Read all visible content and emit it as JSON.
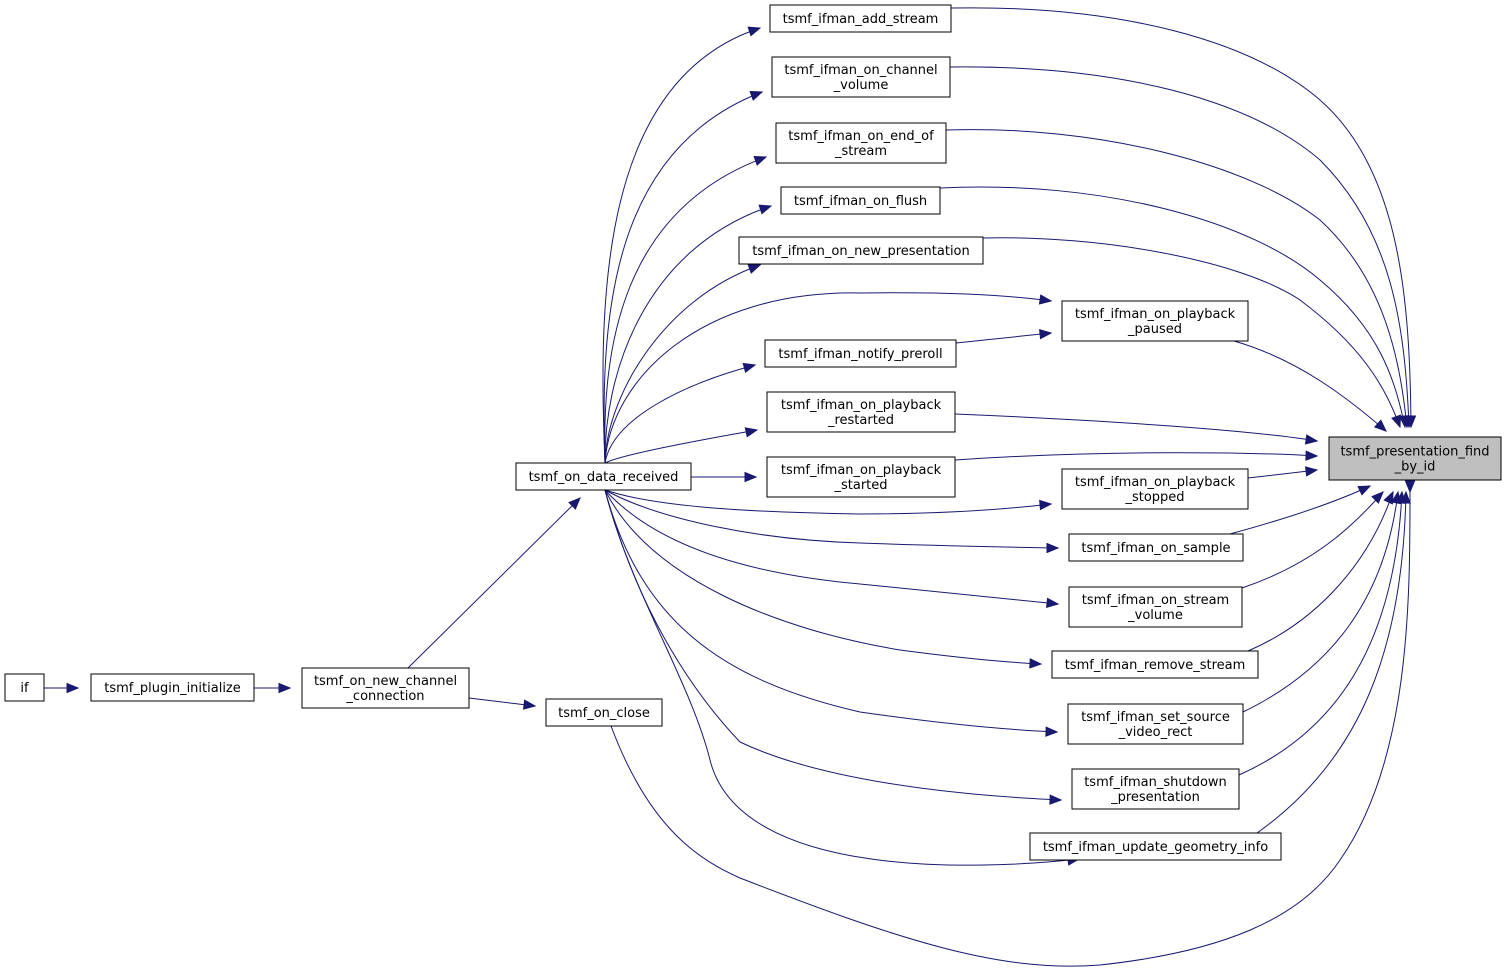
{
  "graph": {
    "type": "caller-graph",
    "focus_node": "n_find",
    "colors": {
      "edge": "#191970",
      "node_border": "#000000",
      "focus_fill": "#bfbfbf",
      "node_fill": "#ffffff"
    },
    "nodes": [
      {
        "id": "n_find",
        "lines": [
          "tsmf_presentation_find",
          "_by_id"
        ]
      },
      {
        "id": "n_if",
        "lines": [
          "if"
        ]
      },
      {
        "id": "n_plugin_init",
        "lines": [
          "tsmf_plugin_initialize"
        ]
      },
      {
        "id": "n_new_channel",
        "lines": [
          "tsmf_on_new_channel",
          "_connection"
        ]
      },
      {
        "id": "n_data_recv",
        "lines": [
          "tsmf_on_data_received"
        ]
      },
      {
        "id": "n_on_close",
        "lines": [
          "tsmf_on_close"
        ]
      },
      {
        "id": "n_add_stream",
        "lines": [
          "tsmf_ifman_add_stream"
        ]
      },
      {
        "id": "n_channel_vol",
        "lines": [
          "tsmf_ifman_on_channel",
          "_volume"
        ]
      },
      {
        "id": "n_end_stream",
        "lines": [
          "tsmf_ifman_on_end_of",
          "_stream"
        ]
      },
      {
        "id": "n_flush",
        "lines": [
          "tsmf_ifman_on_flush"
        ]
      },
      {
        "id": "n_new_pres",
        "lines": [
          "tsmf_ifman_on_new_presentation"
        ]
      },
      {
        "id": "n_pb_paused",
        "lines": [
          "tsmf_ifman_on_playback",
          "_paused"
        ]
      },
      {
        "id": "n_preroll",
        "lines": [
          "tsmf_ifman_notify_preroll"
        ]
      },
      {
        "id": "n_pb_restarted",
        "lines": [
          "tsmf_ifman_on_playback",
          "_restarted"
        ]
      },
      {
        "id": "n_pb_started",
        "lines": [
          "tsmf_ifman_on_playback",
          "_started"
        ]
      },
      {
        "id": "n_pb_stopped",
        "lines": [
          "tsmf_ifman_on_playback",
          "_stopped"
        ]
      },
      {
        "id": "n_sample",
        "lines": [
          "tsmf_ifman_on_sample"
        ]
      },
      {
        "id": "n_stream_vol",
        "lines": [
          "tsmf_ifman_on_stream",
          "_volume"
        ]
      },
      {
        "id": "n_remove_stream",
        "lines": [
          "tsmf_ifman_remove_stream"
        ]
      },
      {
        "id": "n_src_rect",
        "lines": [
          "tsmf_ifman_set_source",
          "_video_rect"
        ]
      },
      {
        "id": "n_shutdown",
        "lines": [
          "tsmf_ifman_shutdown",
          "_presentation"
        ]
      },
      {
        "id": "n_geometry",
        "lines": [
          "tsmf_ifman_update_geometry_info"
        ]
      }
    ],
    "edges": [
      {
        "from": "n_if",
        "to": "n_plugin_init"
      },
      {
        "from": "n_plugin_init",
        "to": "n_new_channel"
      },
      {
        "from": "n_new_channel",
        "to": "n_data_recv"
      },
      {
        "from": "n_new_channel",
        "to": "n_on_close"
      },
      {
        "from": "n_data_recv",
        "to": "n_add_stream"
      },
      {
        "from": "n_data_recv",
        "to": "n_channel_vol"
      },
      {
        "from": "n_data_recv",
        "to": "n_end_stream"
      },
      {
        "from": "n_data_recv",
        "to": "n_flush"
      },
      {
        "from": "n_data_recv",
        "to": "n_new_pres"
      },
      {
        "from": "n_data_recv",
        "to": "n_pb_paused"
      },
      {
        "from": "n_data_recv",
        "to": "n_preroll"
      },
      {
        "from": "n_data_recv",
        "to": "n_pb_restarted"
      },
      {
        "from": "n_data_recv",
        "to": "n_pb_started"
      },
      {
        "from": "n_data_recv",
        "to": "n_pb_stopped"
      },
      {
        "from": "n_data_recv",
        "to": "n_sample"
      },
      {
        "from": "n_data_recv",
        "to": "n_stream_vol"
      },
      {
        "from": "n_data_recv",
        "to": "n_remove_stream"
      },
      {
        "from": "n_data_recv",
        "to": "n_src_rect"
      },
      {
        "from": "n_data_recv",
        "to": "n_shutdown"
      },
      {
        "from": "n_data_recv",
        "to": "n_geometry"
      },
      {
        "from": "n_preroll",
        "to": "n_pb_paused"
      },
      {
        "from": "n_on_close",
        "to": "n_find"
      },
      {
        "from": "n_add_stream",
        "to": "n_find"
      },
      {
        "from": "n_channel_vol",
        "to": "n_find"
      },
      {
        "from": "n_end_stream",
        "to": "n_find"
      },
      {
        "from": "n_flush",
        "to": "n_find"
      },
      {
        "from": "n_new_pres",
        "to": "n_find"
      },
      {
        "from": "n_pb_paused",
        "to": "n_find"
      },
      {
        "from": "n_pb_restarted",
        "to": "n_find"
      },
      {
        "from": "n_pb_started",
        "to": "n_find"
      },
      {
        "from": "n_pb_stopped",
        "to": "n_find"
      },
      {
        "from": "n_sample",
        "to": "n_find"
      },
      {
        "from": "n_stream_vol",
        "to": "n_find"
      },
      {
        "from": "n_remove_stream",
        "to": "n_find"
      },
      {
        "from": "n_src_rect",
        "to": "n_find"
      },
      {
        "from": "n_shutdown",
        "to": "n_find"
      },
      {
        "from": "n_geometry",
        "to": "n_find"
      }
    ]
  }
}
